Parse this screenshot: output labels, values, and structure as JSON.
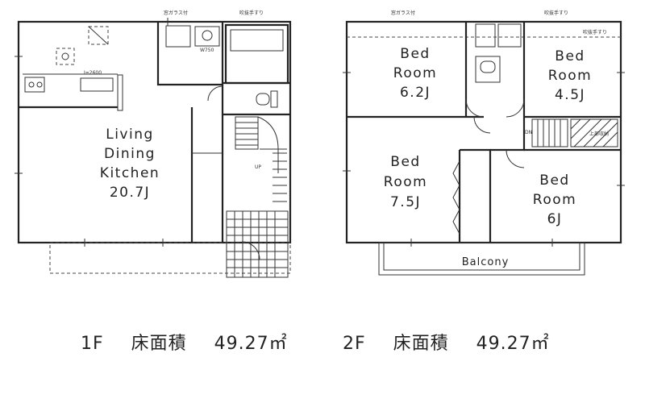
{
  "floor1": {
    "living": [
      "Living",
      "Dining",
      "Kitchen",
      "20.7J"
    ],
    "small_labels": {
      "wash": "W750",
      "kitchen": "I=2600",
      "up": "UP"
    },
    "top_labels": [
      "窓ガラス付",
      "吹抜手すり"
    ],
    "caption": {
      "floor": "1F",
      "label": "床面積",
      "area": "49.27㎡"
    }
  },
  "floor2": {
    "bed1": [
      "Bed",
      "Room",
      "6.2J"
    ],
    "bed2": [
      "Bed",
      "Room",
      "4.5J"
    ],
    "bed3": [
      "Bed",
      "Room",
      "7.5J"
    ],
    "bed4": [
      "Bed",
      "Room",
      "6J"
    ],
    "balcony": "Balcony",
    "small_labels": {
      "dn": "DN",
      "top_right": "吹抜手すり",
      "store": "上部収納"
    },
    "top_labels": [
      "窓ガラス付",
      "吹抜手すり"
    ],
    "caption": {
      "floor": "2F",
      "label": "床面積",
      "area": "49.27㎡"
    }
  }
}
